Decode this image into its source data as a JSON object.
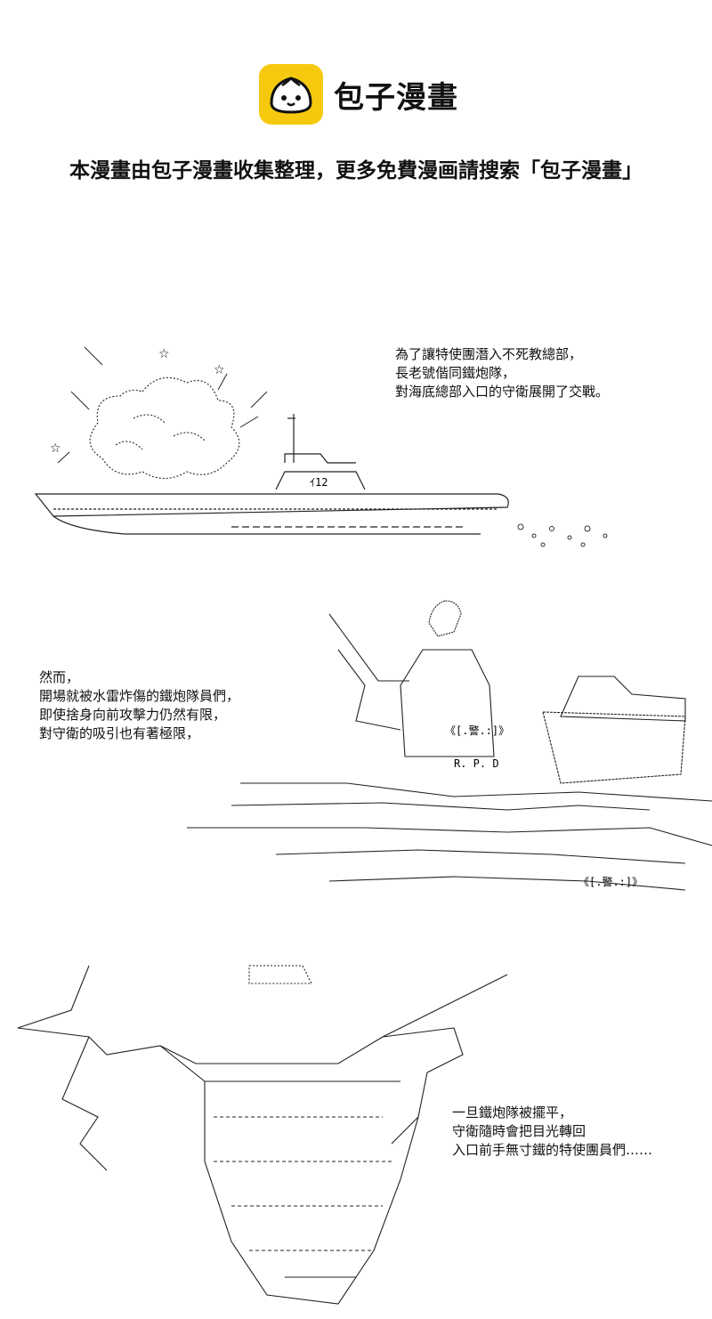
{
  "header": {
    "brand": "包子漫畫",
    "banner": "本漫畫由包子漫畫收集整理，更多免費漫画請搜索「包子漫畫」",
    "logo_icon": "bun-face-icon",
    "logo_color": "#f6c90e"
  },
  "panel1": {
    "lines": [
      "為了讓特使團潛入不死教總部，",
      "",
      "長老號偕同鐵炮隊，",
      "對海底總部入口的守衛展開了交戰。"
    ],
    "hull_label": "ｲ12",
    "star": "☆"
  },
  "panel2": {
    "lines": [
      "然而，",
      "",
      "開場就被水雷炸傷的鐵炮隊員們，",
      "即使捨身向前攻擊力仍然有限，",
      "",
      "對守衛的吸引也有著極限，"
    ],
    "badge_1": "《[.警.:]》",
    "badge_2": "R. P. D",
    "badge_3": "《[.警.:]》"
  },
  "panel3": {
    "lines": [
      "一旦鐵炮隊被擺平，",
      "",
      "守衛隨時會把目光轉回",
      "入口前手無寸鐵的特使團員們……"
    ]
  }
}
